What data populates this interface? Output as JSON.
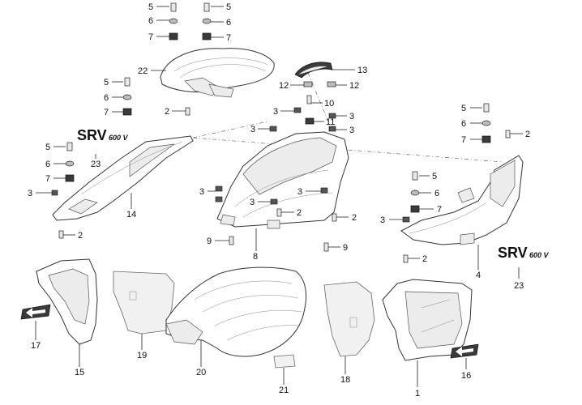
{
  "callouts": [
    {
      "id": "c5a",
      "text": "5"
    },
    {
      "id": "c6a",
      "text": "6"
    },
    {
      "id": "c7a",
      "text": "7"
    },
    {
      "id": "c5b",
      "text": "5"
    },
    {
      "id": "c6b",
      "text": "6"
    },
    {
      "id": "c7b",
      "text": "7"
    },
    {
      "id": "c22",
      "text": "22"
    },
    {
      "id": "c13",
      "text": "13"
    },
    {
      "id": "c12a",
      "text": "12"
    },
    {
      "id": "c12b",
      "text": "12"
    },
    {
      "id": "c5c",
      "text": "5"
    },
    {
      "id": "c6c",
      "text": "6"
    },
    {
      "id": "c7c",
      "text": "7"
    },
    {
      "id": "c2a",
      "text": "2"
    },
    {
      "id": "c10",
      "text": "10"
    },
    {
      "id": "c3a",
      "text": "3"
    },
    {
      "id": "c3b",
      "text": "3"
    },
    {
      "id": "c11",
      "text": "11"
    },
    {
      "id": "c3c",
      "text": "3"
    },
    {
      "id": "c3d",
      "text": "3"
    },
    {
      "id": "c5d",
      "text": "5"
    },
    {
      "id": "c6d",
      "text": "6"
    },
    {
      "id": "c7d",
      "text": "7"
    },
    {
      "id": "c2b",
      "text": "2"
    },
    {
      "id": "c5e",
      "text": "5"
    },
    {
      "id": "c6e",
      "text": "6"
    },
    {
      "id": "c7e",
      "text": "7"
    },
    {
      "id": "c23a",
      "text": "23"
    },
    {
      "id": "c3e",
      "text": "3"
    },
    {
      "id": "c14",
      "text": "14"
    },
    {
      "id": "c3f",
      "text": "3"
    },
    {
      "id": "c3g",
      "text": "3"
    },
    {
      "id": "c3h",
      "text": "3"
    },
    {
      "id": "c2c",
      "text": "2"
    },
    {
      "id": "c2d",
      "text": "2"
    },
    {
      "id": "c5f",
      "text": "5"
    },
    {
      "id": "c6f",
      "text": "6"
    },
    {
      "id": "c7f",
      "text": "7"
    },
    {
      "id": "c3i",
      "text": "3"
    },
    {
      "id": "c2e",
      "text": "2"
    },
    {
      "id": "c9a",
      "text": "9"
    },
    {
      "id": "c9b",
      "text": "9"
    },
    {
      "id": "c8",
      "text": "8"
    },
    {
      "id": "c4",
      "text": "4"
    },
    {
      "id": "c2f",
      "text": "2"
    },
    {
      "id": "c23b",
      "text": "23"
    },
    {
      "id": "c17",
      "text": "17"
    },
    {
      "id": "c15",
      "text": "15"
    },
    {
      "id": "c19",
      "text": "19"
    },
    {
      "id": "c20",
      "text": "20"
    },
    {
      "id": "c21",
      "text": "21"
    },
    {
      "id": "c18",
      "text": "18"
    },
    {
      "id": "c1",
      "text": "1"
    },
    {
      "id": "c16",
      "text": "16"
    }
  ],
  "brand_left": {
    "main": "SRV",
    "sub": "600 V"
  },
  "brand_right": {
    "main": "SRV",
    "sub": "600 V"
  }
}
